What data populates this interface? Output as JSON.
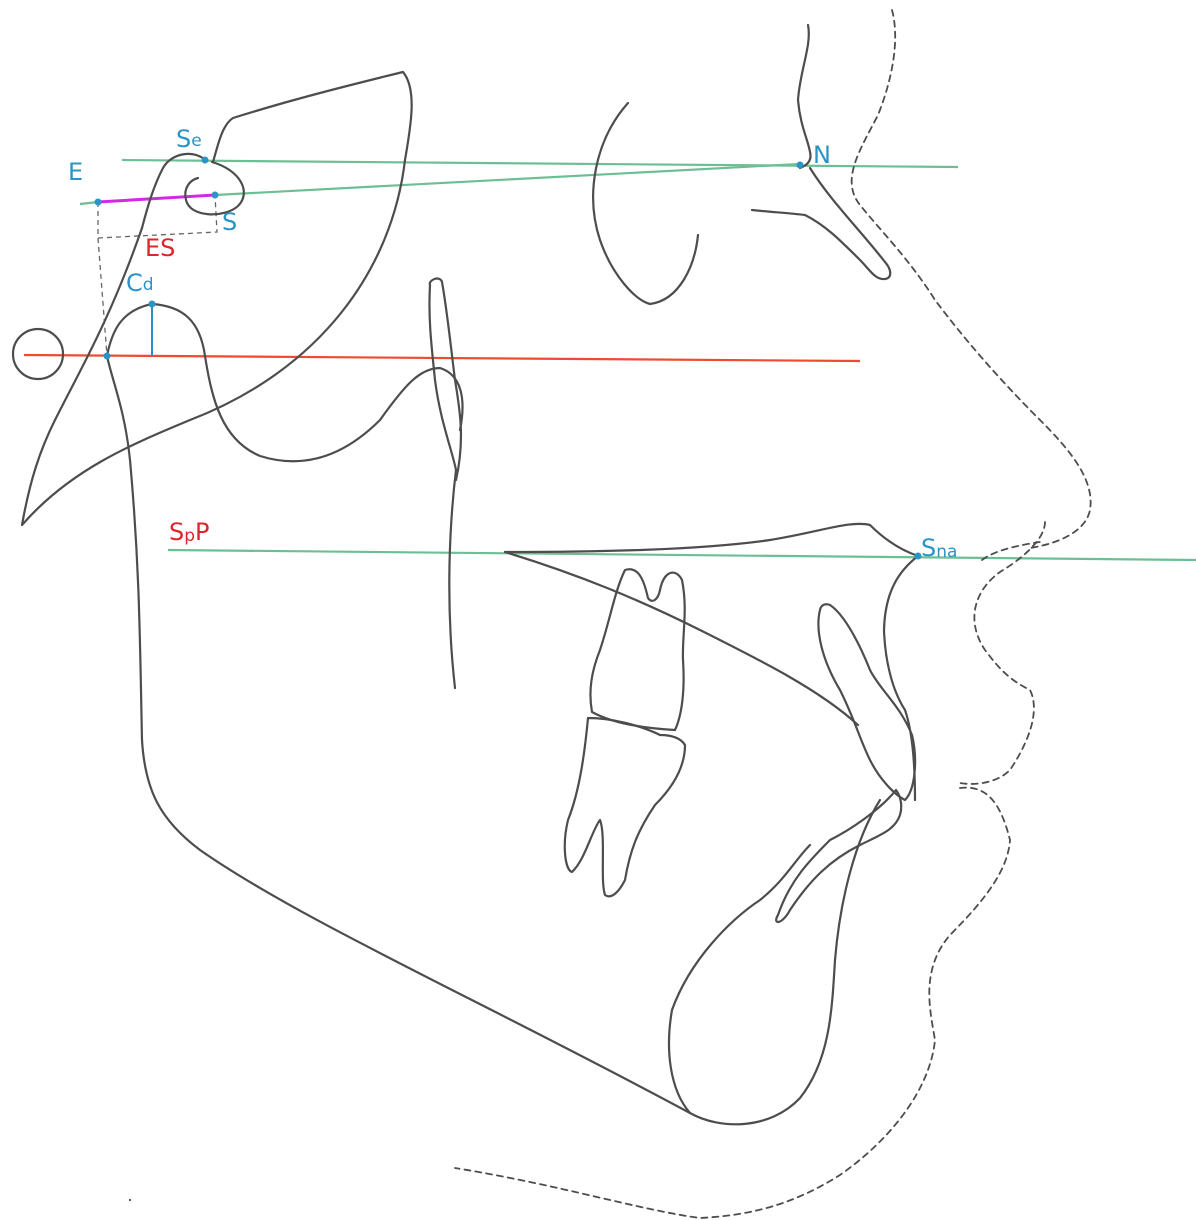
{
  "diagram": {
    "colors": {
      "bone_outline": "#4d4d4d",
      "reference_green": "#6cbf94",
      "reference_red": "#ef4b30",
      "segment_magenta": "#d329e4",
      "landmark_blue": "#2a94c6",
      "label_red": "#e0252a"
    },
    "labels": {
      "sella_entrance": {
        "main": "S",
        "sub": "e"
      },
      "nasion": {
        "main": "N"
      },
      "e_point": {
        "main": "E"
      },
      "sella": {
        "main": "S"
      },
      "es_segment": {
        "main": "ES"
      },
      "condylion": {
        "main": "C",
        "sub": "d"
      },
      "spp_plane": {
        "main": "S",
        "sub": "p",
        "tail": "P"
      },
      "subnasale": {
        "main": "S",
        "sub": "na"
      }
    }
  }
}
